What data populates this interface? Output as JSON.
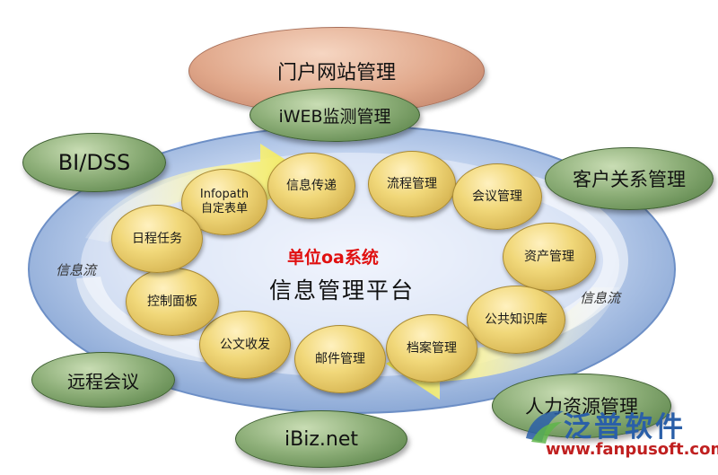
{
  "top_nodes": {
    "portal": "门户网站管理",
    "iweb": "iWEB监测管理"
  },
  "side_nodes": {
    "bi_dss": "BI/DSS",
    "crm": "客户关系管理",
    "remote_meeting": "远程会议",
    "hr": "人力资源管理",
    "ibiz": "iBiz.net"
  },
  "ring_nodes": {
    "infopath": "Infopath\n自定表单",
    "info_transfer": "信息传递",
    "workflow": "流程管理",
    "meeting": "会议管理",
    "assets": "资产管理",
    "knowledge": "公共知识库",
    "archive": "档案管理",
    "mail": "邮件管理",
    "document": "公文收发",
    "control_panel": "控制面板",
    "schedule": "日程任务"
  },
  "center": {
    "title_red": "单位oa系统",
    "title_main": "信息管理平台"
  },
  "flow_labels": {
    "left": "信息流",
    "right": "信息流"
  },
  "watermark": {
    "name": "泛普软件",
    "url": "www.fanpusoft.com"
  },
  "colors": {
    "platform_blue": "#8fb0de",
    "node_green": "#6f9a5b",
    "node_gold": "#e6c65c",
    "node_peach": "#e0a78a",
    "arrow_yellow": "#f7ef5a",
    "title_red": "#e01010",
    "watermark_blue": "#2a5fa8",
    "watermark_red": "#c02020"
  }
}
